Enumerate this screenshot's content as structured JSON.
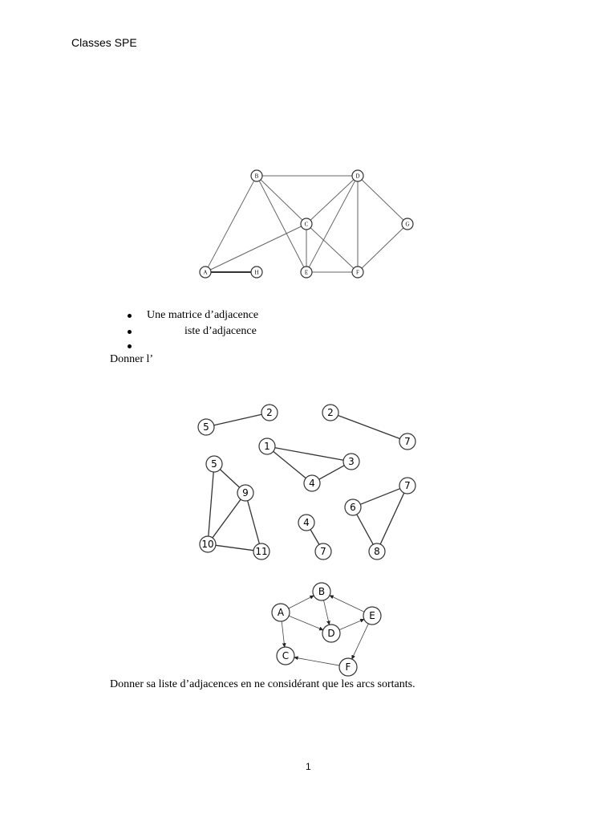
{
  "header": "Classes SPE",
  "bullets": [
    "Une matrice d’adjacence",
    "iste d’adjacence",
    ""
  ],
  "question1": "Donner l’",
  "question2": "Donner sa liste d’adjacences en ne considérant que les arcs sortants.",
  "page_number": "1",
  "graph1": {
    "nodes": [
      "A",
      "B",
      "C",
      "D",
      "E",
      "F",
      "G",
      "H"
    ],
    "edges": [
      [
        "B",
        "D"
      ],
      [
        "B",
        "A"
      ],
      [
        "B",
        "C"
      ],
      [
        "B",
        "E"
      ],
      [
        "D",
        "C"
      ],
      [
        "D",
        "E"
      ],
      [
        "D",
        "F"
      ],
      [
        "D",
        "G"
      ],
      [
        "C",
        "A"
      ],
      [
        "C",
        "E"
      ],
      [
        "C",
        "F"
      ],
      [
        "E",
        "F"
      ],
      [
        "F",
        "G"
      ],
      [
        "A",
        "H"
      ]
    ]
  },
  "graph2": {
    "nodes": [
      "5",
      "2",
      "2",
      "7",
      "1",
      "3",
      "4",
      "5",
      "9",
      "10",
      "11",
      "4",
      "7",
      "7",
      "6",
      "8"
    ],
    "edges": [
      [
        0,
        1
      ],
      [
        2,
        3
      ],
      [
        4,
        5
      ],
      [
        4,
        6
      ],
      [
        6,
        5
      ],
      [
        7,
        8
      ],
      [
        7,
        9
      ],
      [
        8,
        9
      ],
      [
        8,
        10
      ],
      [
        9,
        10
      ],
      [
        11,
        12
      ],
      [
        13,
        14
      ],
      [
        14,
        15
      ],
      [
        15,
        13
      ]
    ]
  },
  "graph3": {
    "nodes": [
      "A",
      "B",
      "C",
      "D",
      "E",
      "F"
    ],
    "arcs": [
      [
        "A",
        "B"
      ],
      [
        "A",
        "D"
      ],
      [
        "A",
        "C"
      ],
      [
        "B",
        "D"
      ],
      [
        "D",
        "E"
      ],
      [
        "E",
        "B"
      ],
      [
        "E",
        "F"
      ],
      [
        "F",
        "C"
      ]
    ]
  }
}
